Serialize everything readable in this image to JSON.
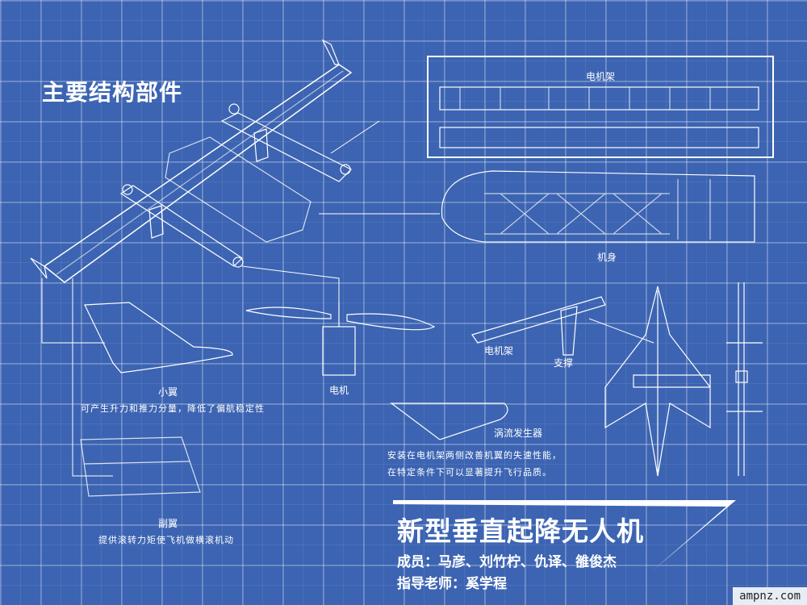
{
  "title": "主要结构部件",
  "labels": {
    "motor_mount": "电机架",
    "fuselage": "机身",
    "winglet": "小翼",
    "winglet_desc": "可产生升力和推力分量，降低了偏航稳定性",
    "aileron": "副翼",
    "aileron_desc": "提供滚转力矩使飞机做横滚机动",
    "motor": "电机",
    "motor_mount_2": "电机架",
    "support": "支撑",
    "vortex": "涡流发生器",
    "vortex_desc_1": "安装在电机架两侧改善机翼的失速性能，",
    "vortex_desc_2": "在特定条件下可以显著提升飞行品质。"
  },
  "project": {
    "name": "新型垂直起降无人机",
    "members": "成员：马彦、刘竹柠、仇译、雒俊杰",
    "advisor": "指导老师：奚学程"
  },
  "watermark": "ampnz.com"
}
